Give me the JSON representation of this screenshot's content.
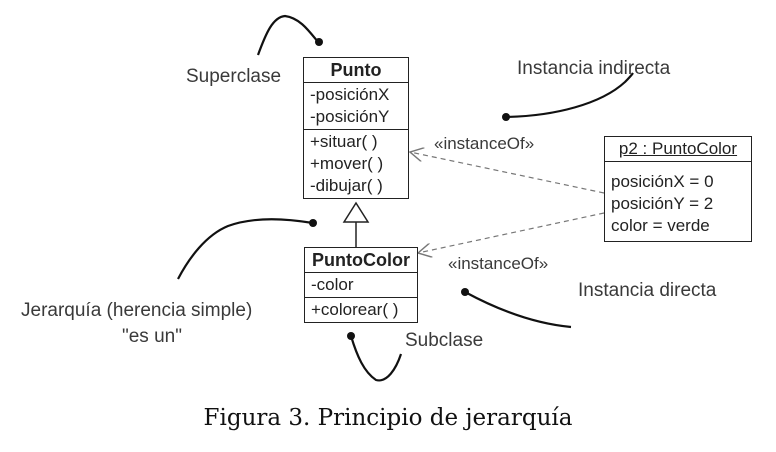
{
  "superclass": {
    "name": "Punto",
    "attributes": [
      "-posiciónX",
      "-posiciónY"
    ],
    "operations": [
      "+situar( )",
      "+mover( )",
      "-dibujar( )"
    ]
  },
  "subclass": {
    "name": "PuntoColor",
    "attributes": [
      "-color"
    ],
    "operations": [
      "+colorear( )"
    ]
  },
  "object": {
    "name": "p2 : PuntoColor",
    "slots": [
      "posiciónX = 0",
      "posiciónY = 2",
      "color = verde"
    ]
  },
  "labels": {
    "superclase": "Superclase",
    "instancia_indirecta": "Instancia indirecta",
    "instanceof_top": "«instanceOf»",
    "instanceof_bottom": "«instanceOf»",
    "instancia_directa": "Instancia directa",
    "jerarquia_line1": "Jerarquía (herencia simple)",
    "jerarquia_line2": "\"es un\"",
    "subclase": "Subclase"
  },
  "caption": "Figura 3. Principio de jerarquía"
}
